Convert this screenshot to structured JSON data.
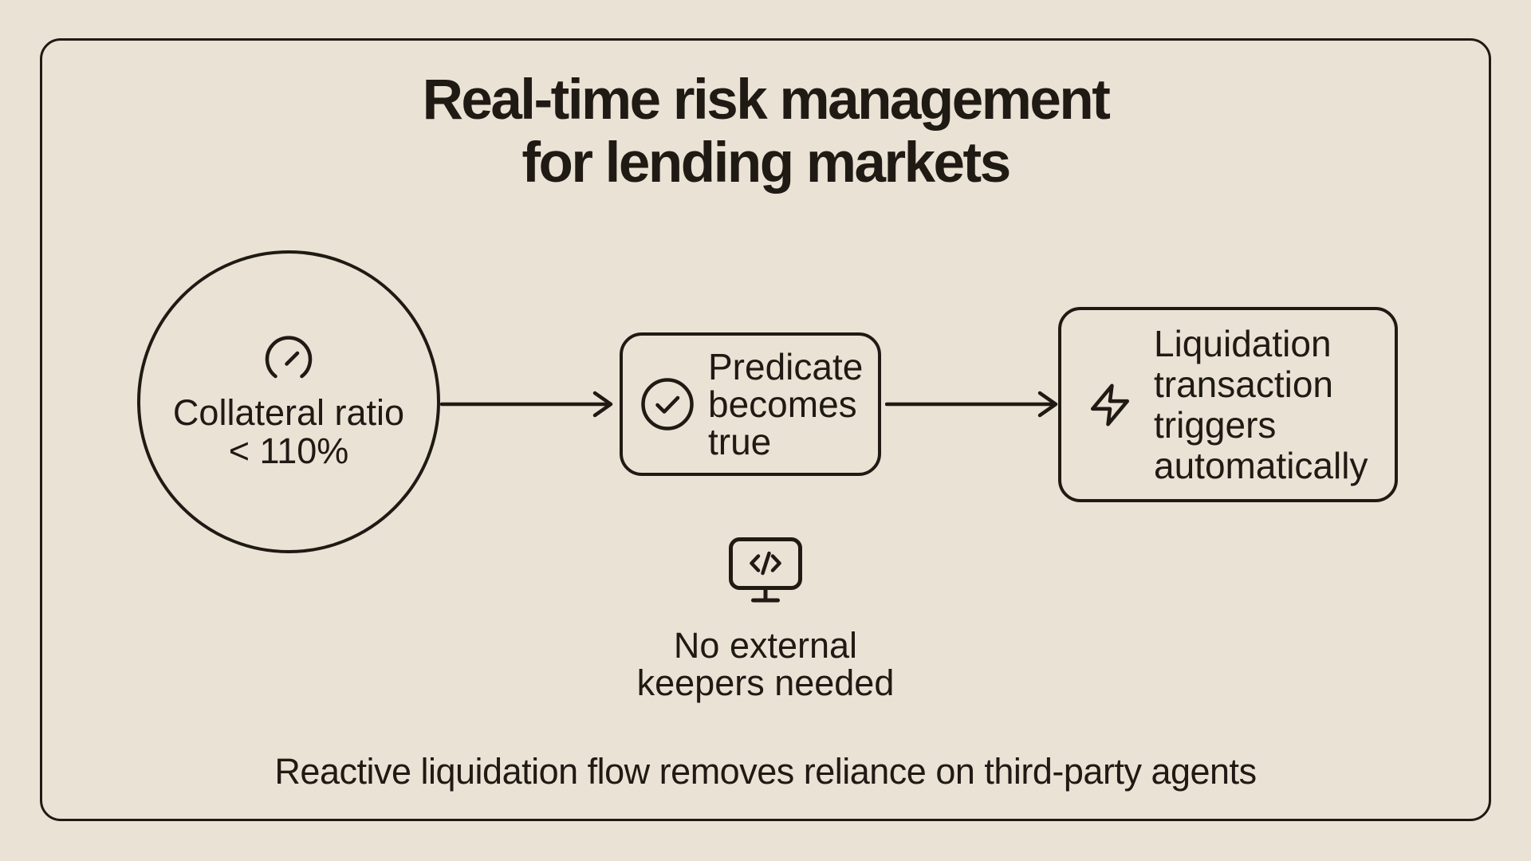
{
  "canvas": {
    "bg": "#EAE2D5",
    "ink": "#201A14"
  },
  "title": "Real-time risk management\nfor lending markets",
  "flow": {
    "condition_node": {
      "icon": "gauge-icon",
      "label": "Collateral ratio\n< 110%"
    },
    "predicate_node": {
      "icon": "check-circle-icon",
      "label": "Predicate\nbecomes\ntrue"
    },
    "action_node": {
      "icon": "lightning-icon",
      "label": "Liquidation\ntransaction\ntriggers\nautomatically"
    }
  },
  "note": {
    "icon": "code-monitor-icon",
    "label": "No external\nkeepers needed"
  },
  "caption": "Reactive liquidation flow removes reliance on third-party agents"
}
